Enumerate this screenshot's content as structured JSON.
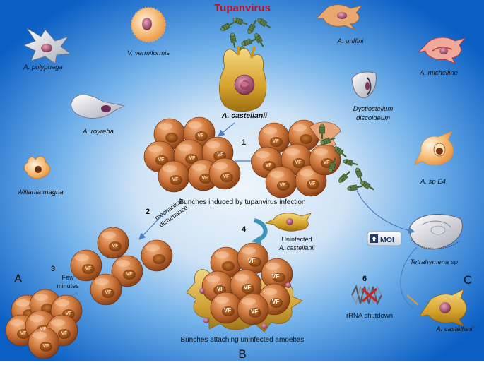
{
  "title": "Tupanvirus",
  "host_label": "A. castellanii",
  "organisms": {
    "a_polyphaga": "A. polyphaga",
    "v_vermiformis": "V. vermiformis",
    "a_griffini": "A. griffini",
    "a_michelline": "A. michelline",
    "a_royreba": "A. royreba",
    "dictyostelium_1": "Dyctiostelium",
    "dictyostelium_2": "discoideum",
    "willartia": "Willartia magna",
    "a_sp_e4": "A. sp E4",
    "tetrahymena": "Tetrahymena sp",
    "a_castellanii_c": "A. castellanii"
  },
  "steps": {
    "s1": "1",
    "s2": "2",
    "s3": "3",
    "s4": "4",
    "s5": "5",
    "s6": "6"
  },
  "texts": {
    "bunches_induced": "Bunches induced by tupanvirus infection",
    "mechanical_1": "mechanical",
    "mechanical_2": "disturbance",
    "few": "Few",
    "minutes": "minutes",
    "uninfected_1": "Uninfected",
    "uninfected_2": "A. castellanii",
    "bunches_attaching": "Bunches attaching uninfected amoebas",
    "rrna": "rRNA shutdown",
    "moi": "MOI",
    "vf": "VF"
  },
  "panels": {
    "a": "A",
    "b": "B",
    "c": "C"
  },
  "colors": {
    "bg_center": "#eaf4fb",
    "bg_mid": "#6fb0e8",
    "bg_edge": "#0d63c8",
    "cyst_light": "#e2915a",
    "cyst_dark": "#8a3f12",
    "trophozoite": "#d7a630",
    "title_red": "#b5122b",
    "virus_green": "#4f6b3c",
    "arrow_blue": "#4a7fc0"
  }
}
